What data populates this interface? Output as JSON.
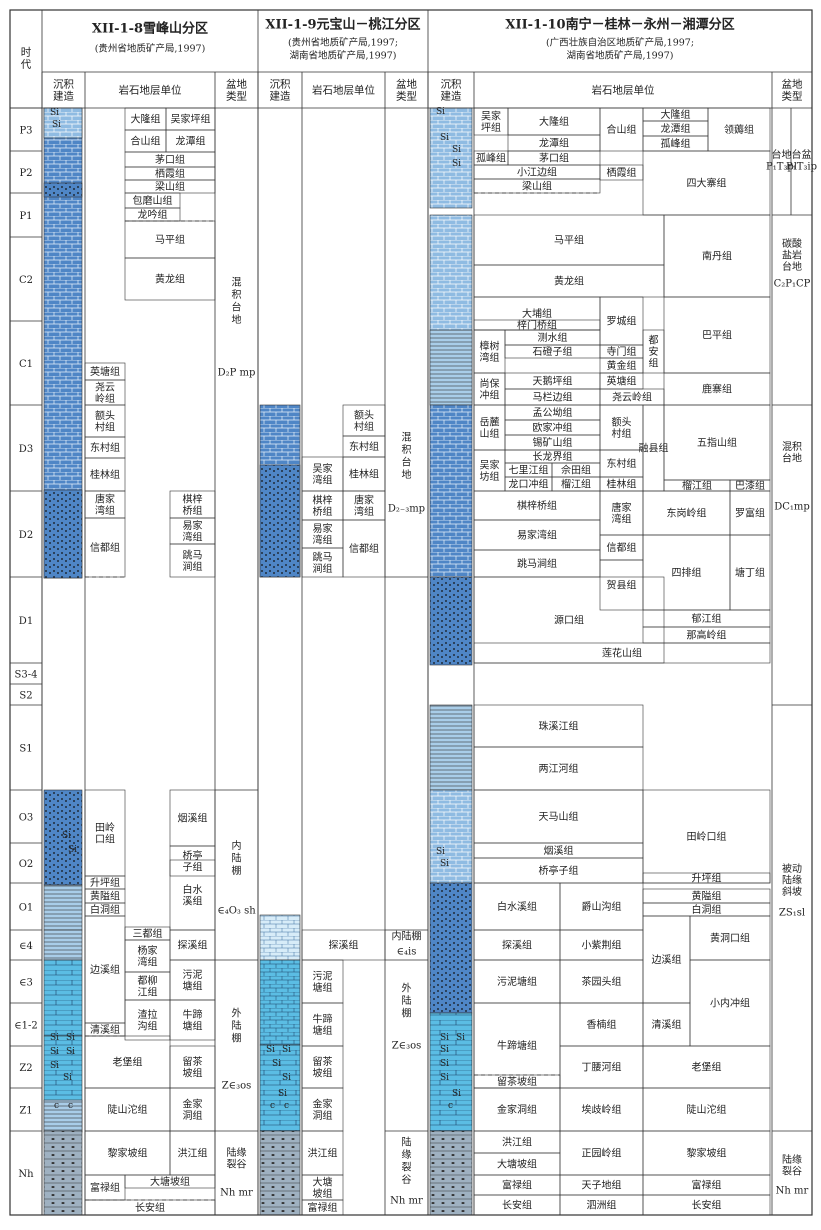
{
  "headers": {
    "era": "时\n代",
    "r1_title": "XII-1-8雪峰山分区",
    "r1_src": [
      "(贵州省地质矿产局,1997)"
    ],
    "r2_title": "XII-1-9元宝山－桃江分区",
    "r2_src": [
      "(贵州省地质矿产局,1997;",
      "湖南省地质矿产局,1997)"
    ],
    "r3_title": "XII-1-10南宁－桂林－永州－湘潭分区",
    "r3_src": [
      "(广西壮族自治区地质矿产局,1997;",
      "湖南省地质矿产局,1997)"
    ],
    "sed": "沉积\n建造",
    "strat": "岩石地层单位",
    "basin": "盆地\n类型",
    "basin_r3": "盆地\n类型"
  },
  "ages": [
    "P3",
    "P2",
    "P1",
    "C2",
    "C1",
    "D3",
    "D2",
    "D1",
    "S3-4",
    "S2",
    "S1",
    "O3",
    "O2",
    "O1",
    "∈4",
    "∈3",
    "∈1-2",
    "Z2",
    "Z1",
    "Nh"
  ],
  "colors": {
    "blue": "#4f86c6",
    "lightblue": "#a9cde8",
    "cyan": "#5bbde4",
    "grey": "#9fb1c1",
    "pale": "#d7ecf8",
    "line": "#333333"
  },
  "lith_labels": [
    "Si",
    "c"
  ],
  "r1_units": [
    "大隆组",
    "吴家坪组",
    "合山组",
    "龙潭组",
    "茅口组",
    "栖霞组",
    "梁山组",
    "包磨山组",
    "龙吟组",
    "马平组",
    "黄龙组",
    "英塘组",
    "尧云\n岭组",
    "额头\n村组",
    "东村组",
    "桂林组",
    "唐家\n湾组",
    "棋梓\n桥组",
    "易家\n湾组",
    "信都组",
    "跳马\n涧组",
    "田岭\n口组",
    "烟溪组",
    "桥亭\n子组",
    "升坪组",
    "黄隘组",
    "白洞组",
    "白水\n溪组",
    "三都组",
    "杨家\n湾组",
    "探溪组",
    "边溪组",
    "都柳\n江组",
    "污泥\n塘组",
    "渣拉\n沟组",
    "牛蹄\n塘组",
    "清溪组",
    "老堡组",
    "留茶\n坡组",
    "陡山沱组",
    "金家\n洞组",
    "黎家坡组",
    "洪江组",
    "大塘坡组",
    "富禄组",
    "长安组"
  ],
  "r1_basin": [
    "混\n积\n台\n地",
    "D₂P mp",
    "内\n陆\n棚",
    "∈₄O₃ sh",
    "外\n陆\n棚",
    "Z∈₃os",
    "陆缘\n裂谷",
    "Nh mr"
  ],
  "r2_units": [
    "额头\n村组",
    "东村组",
    "吴家\n湾组",
    "桂林组",
    "棋梓\n桥组",
    "唐家\n湾组",
    "易家\n湾组",
    "跳马\n涧组",
    "信都组",
    "探溪组",
    "污泥\n塘组",
    "牛蹄\n塘组",
    "留茶\n坡组",
    "金家\n洞组",
    "洪江组",
    "大塘\n坡组",
    "富禄组"
  ],
  "r2_basin": [
    "混\n积\n台\n地",
    "D₂₋₃mp",
    "内陆棚",
    "∈₄is",
    "外\n陆\n棚",
    "Z∈₃os",
    "陆\n缘\n裂\n谷",
    "Nh mr"
  ],
  "r3_units": [
    "吴家\n坪组",
    "大隆组",
    "合山组",
    "大隆组",
    "领薅组",
    "龙潭组",
    "龙潭组",
    "孤峰组",
    "茅口组",
    "孤峰组",
    "小江边组",
    "栖霞组",
    "四大寨组",
    "梁山组",
    "马平组",
    "南丹组",
    "黄龙组",
    "大埔组",
    "罗城组",
    "都\n安\n组",
    "巴平组",
    "梓门桥组",
    "樟树\n湾组",
    "测水组",
    "寺门组",
    "石磴子组",
    "黄金组",
    "尚保\n冲组",
    "天鹅坪组",
    "英塘组",
    "鹿寨组",
    "马栏边组",
    "尧云岭组",
    "岳麓\n山组",
    "孟公坳组",
    "额头\n村组",
    "欧家冲组",
    "五指山组",
    "锡矿山组",
    "融县组",
    "长龙界组",
    "吴家\n坊组",
    "七里江组",
    "佘田组",
    "东村组",
    "龙口冲组",
    "榴江组",
    "桂林组",
    "榴江组",
    "巴漆组",
    "棋梓桥组",
    "唐家\n湾组",
    "东岗岭组",
    "罗富组",
    "易家湾组",
    "信都组",
    "四排组",
    "塘丁组",
    "跳马涧组",
    "贺县组",
    "源口组",
    "郁江组",
    "那高岭组",
    "莲花山组",
    "珠溪江组",
    "两江河组",
    "天马山组",
    "田岭口组",
    "烟溪组",
    "桥亭子组",
    "升坪组",
    "白水溪组",
    "爵山沟组",
    "黄隘组",
    "白洞组",
    "探溪组",
    "小紫荆组",
    "边溪组",
    "黄洞口组",
    "污泥塘组",
    "茶园头组",
    "小内冲组",
    "牛蹄塘组",
    "香楠组",
    "清溪组",
    "丁腰河组",
    "老堡组",
    "留茶坡组",
    "金家洞组",
    "埃歧岭组",
    "陡山沱组",
    "洪江组",
    "正园岭组",
    "黎家坡组",
    "大塘坡组",
    "富禄组",
    "天子地组",
    "富禄组",
    "长安组",
    "泗洲组",
    "长安组"
  ],
  "r3_basin": [
    "台地\nP₁T₃pl",
    "台盆\nP₁T₃ip",
    "碳酸\n盐岩\n台地",
    "C₂P₁CP",
    "混积\n台地",
    "DC₁mp",
    "被动\n陆缘\n斜坡",
    "ZS₁sl",
    "陆缘\n裂谷",
    "Nh mr"
  ]
}
